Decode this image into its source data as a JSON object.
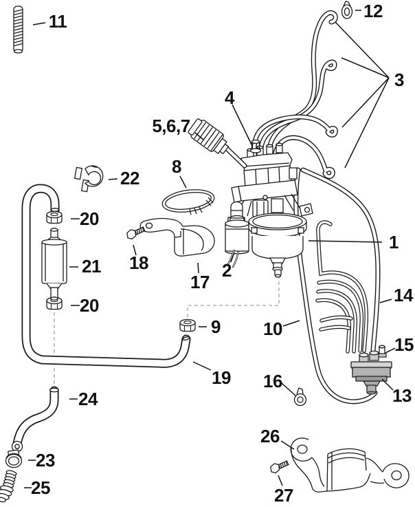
{
  "diagram": {
    "type": "exploded-parts-diagram",
    "description": "Outboard motor oil injection pump and fuel hose routing parts diagram with numbered callouts",
    "colors": {
      "line": "#1a1a1a",
      "background": "#ffffff",
      "shaded_part_light": "#d4d4d4",
      "shaded_part_mid": "#b3b3b3",
      "shaded_part_dark": "#9a9a9a",
      "dashed_guide": "#a3a3a3"
    },
    "callouts": {
      "c11": "11",
      "c12": "12",
      "c3": "3",
      "c4": "4",
      "c567": "5,6,7",
      "c8": "8",
      "c22": "22",
      "c20a": "20",
      "c21": "21",
      "c20b": "20",
      "c18": "18",
      "c17": "17",
      "c2": "2",
      "c1": "1",
      "c10": "10",
      "c14": "14",
      "c15": "15",
      "c16": "16",
      "c13": "13",
      "c9": "9",
      "c19": "19",
      "c24": "24",
      "c23": "23",
      "c25": "25",
      "c26": "26",
      "c27": "27"
    }
  }
}
